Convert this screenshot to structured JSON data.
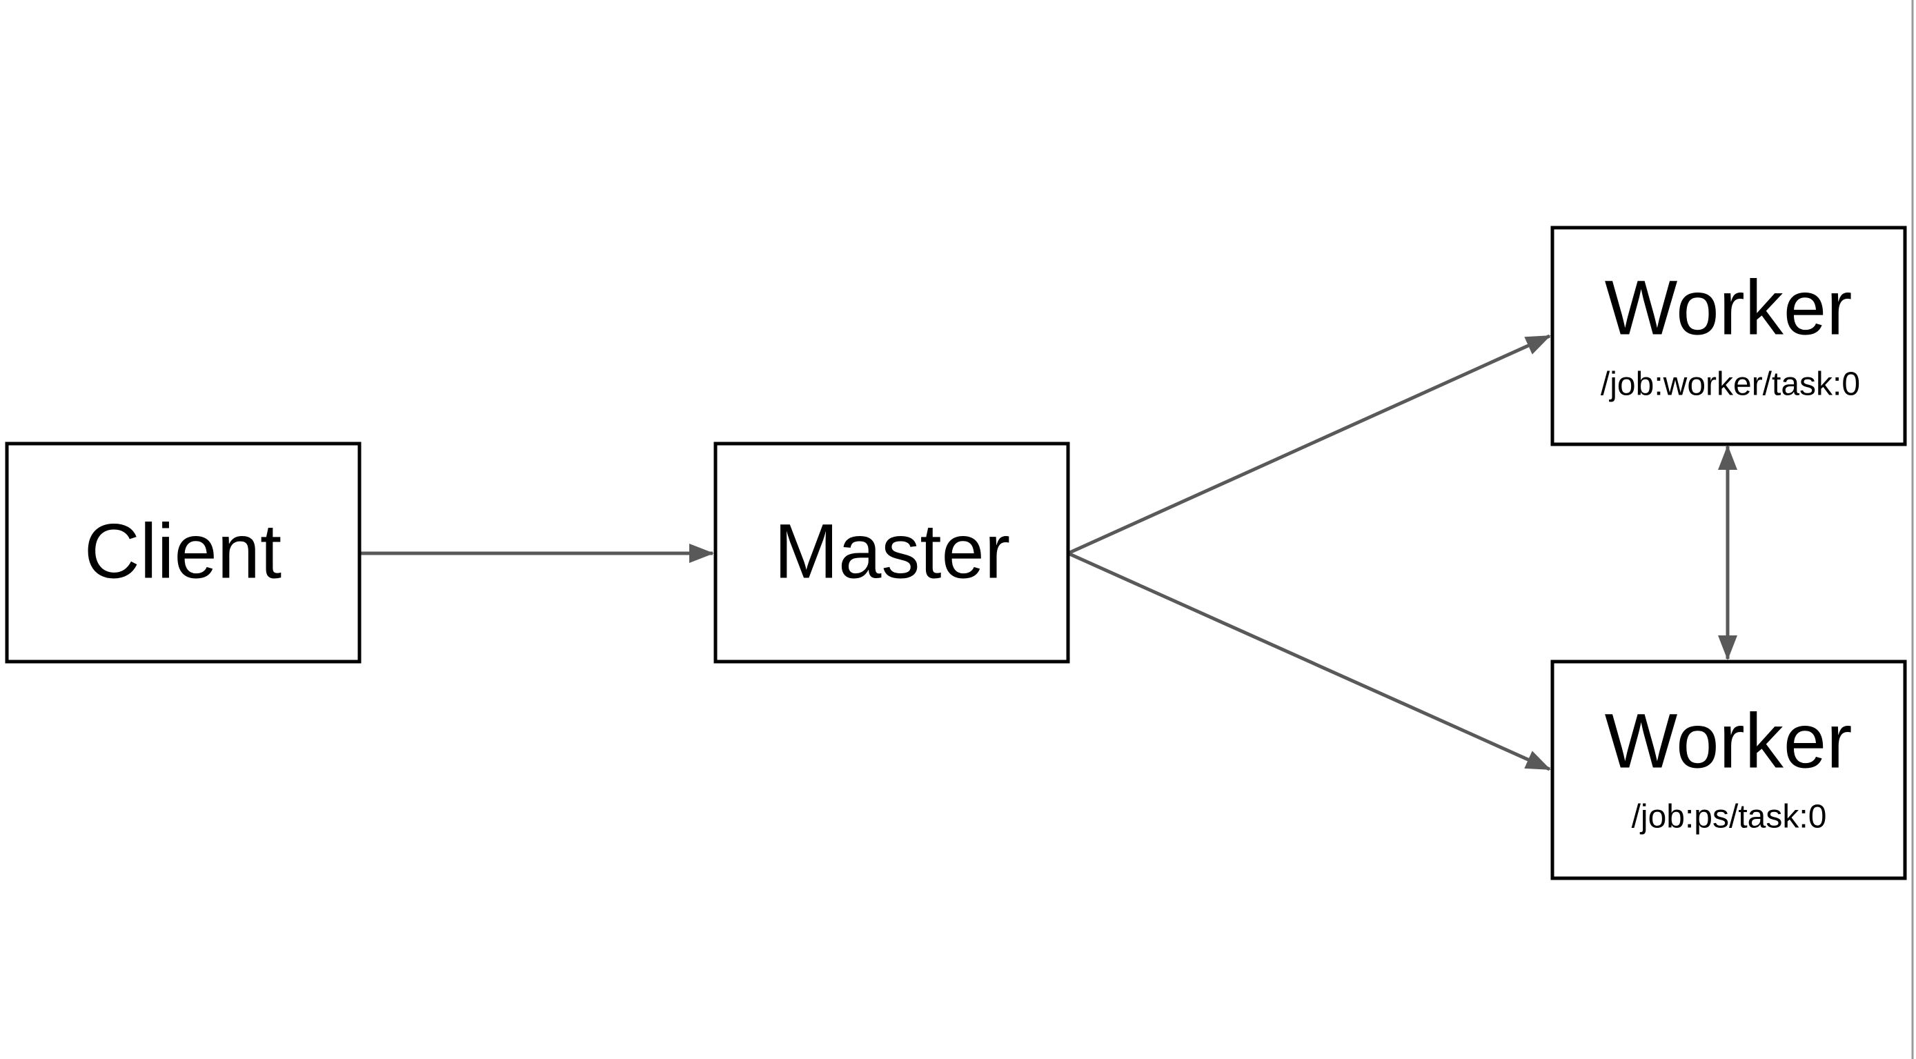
{
  "diagram": {
    "nodes": {
      "client": {
        "title": "Client"
      },
      "master": {
        "title": "Master"
      },
      "worker_task": {
        "title": "Worker",
        "subtitle": "/job:worker/task:0"
      },
      "worker_ps": {
        "title": "Worker",
        "subtitle": "/job:ps/task:0"
      }
    },
    "edges": [
      {
        "from": "client",
        "to": "master",
        "direction": "forward"
      },
      {
        "from": "master",
        "to": "worker_task",
        "direction": "forward"
      },
      {
        "from": "master",
        "to": "worker_ps",
        "direction": "forward"
      },
      {
        "from": "worker_task",
        "to": "worker_ps",
        "direction": "both"
      }
    ],
    "colors": {
      "box_stroke": "#000000",
      "arrow": "#595959",
      "text": "#000000",
      "background": "#ffffff"
    }
  }
}
